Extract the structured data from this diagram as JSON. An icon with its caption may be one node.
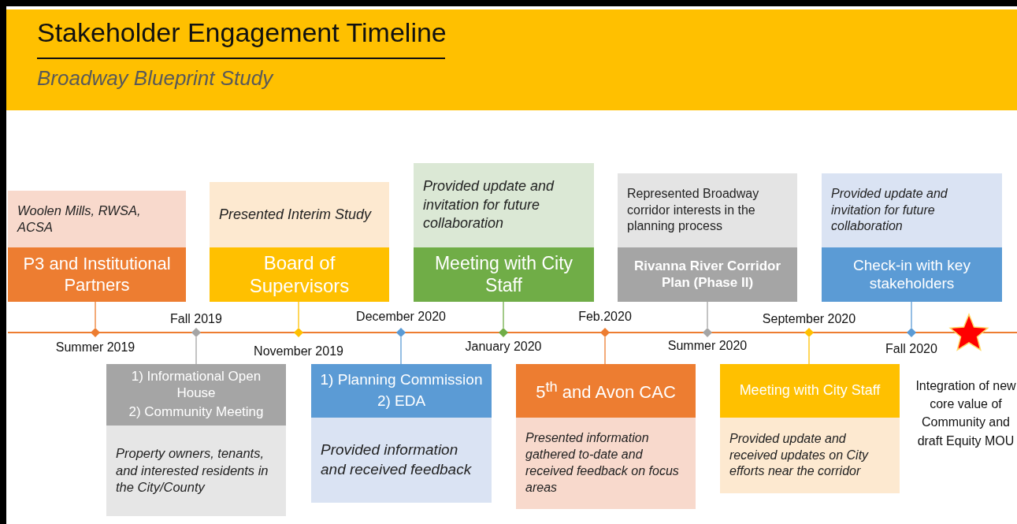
{
  "diagram": {
    "title": "Stakeholder Engagement Timeline",
    "caption": "Broadway Blueprint Study",
    "nodes": [
      {
        "text": [
          "Woolen Mills, RWSA, ACSA",
          "P3 and Institutional Partners"
        ]
      },
      {
        "text": [
          "1) Informational Open House",
          "2) Community Meeting",
          "Property owners, tenants, and interested residents in the City/County"
        ]
      },
      {
        "text": [
          "Presented Interim Study",
          "Board of Supervisors"
        ]
      },
      {
        "text": [
          "1) Planning Commission",
          "2) EDA",
          "Provided information and received feedback"
        ]
      },
      {
        "text": [
          "Provided update and invitation for future collaboration",
          "Meeting with City Staff"
        ]
      },
      {
        "text": [
          "5$^{th}$ and Avon CAC",
          "Presented information gathered to-date and received feedback on focus areas"
        ]
      },
      {
        "text": [
          "Represented Broadway corridor interests in the planning process",
          "Rivanna River Corridor Plan (Phase II)"
        ]
      },
      {
        "text": [
          "Meeting with City Staff",
          "Provided update and received updates on City efforts near the corridor"
        ]
      },
      {
        "text": [
          "Provided update and invitation for future collaboration",
          "Check-in with key stakeholders"
        ]
      },
      {
        "text": [],
        "shape": "diamond",
        "beside": [
          "Summer 2019"
        ]
      },
      {
        "text": [],
        "shape": "diamond",
        "beside": [
          "Fall 2019"
        ]
      },
      {
        "text": [],
        "shape": "diamond",
        "beside": [
          "November 2019"
        ]
      },
      {
        "text": [],
        "shape": "diamond",
        "beside": [
          "December 2020"
        ]
      },
      {
        "text": [],
        "shape": "diamond",
        "beside": [
          "January 2020"
        ]
      },
      {
        "text": [],
        "shape": "diamond",
        "beside": [
          "Feb.2020"
        ]
      },
      {
        "text": [],
        "shape": "diamond",
        "beside": [
          "Summer 2020"
        ]
      },
      {
        "text": [],
        "shape": "diamond",
        "beside": [
          "September 2020"
        ]
      },
      {
        "text": [],
        "shape": "diamond",
        "beside": [
          "Fall 2020"
        ]
      },
      {
        "text": [],
        "shape": "star"
      }
    ],
    "edges": [
      {
        "from": 0,
        "to": 9,
        "arrow": "none",
        "color": "#ed7d31"
      },
      {
        "from": 1,
        "to": 10,
        "arrow": "none",
        "color": "#a5a5a5"
      },
      {
        "from": 2,
        "to": 11,
        "arrow": "none",
        "color": "#ffc000"
      },
      {
        "from": 3,
        "to": 12,
        "arrow": "none",
        "color": "#5b9bd5"
      },
      {
        "from": 4,
        "to": 13,
        "arrow": "none",
        "color": "#70ad47"
      },
      {
        "from": 5,
        "to": 14,
        "arrow": "none",
        "color": "#ed7d31"
      },
      {
        "from": 6,
        "to": 15,
        "arrow": "none",
        "color": "#a5a5a5"
      },
      {
        "from": 7,
        "to": 16,
        "arrow": "none",
        "color": "#ffc000"
      },
      {
        "from": 8,
        "to": 17,
        "arrow": "none",
        "color": "#5b9bd5"
      }
    ],
    "labels": [
      "Integration of new core value of Community and draft Equity MOU"
    ]
  }
}
